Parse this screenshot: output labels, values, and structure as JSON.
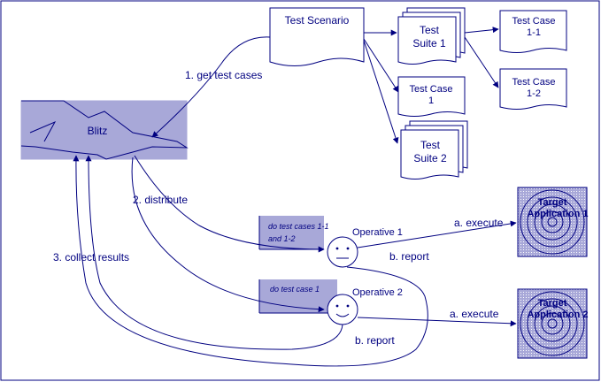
{
  "diagram": {
    "nodes": {
      "test_scenario": "Test Scenario",
      "test_suite_1": [
        "Test",
        "Suite 1"
      ],
      "test_case_1_1": [
        "Test Case",
        "1-1"
      ],
      "test_case_1_2": [
        "Test Case",
        "1-2"
      ],
      "test_case_1": [
        "Test Case",
        "1"
      ],
      "test_suite_2": [
        "Test",
        "Suite 2"
      ],
      "blitz": "Blitz",
      "note_1": [
        "do test cases 1-1",
        "and 1-2"
      ],
      "note_2": "do test case 1",
      "operative_1": "Operative 1",
      "operative_2": "Operative 2",
      "target_1": [
        "Target",
        "Application 1"
      ],
      "target_2": [
        "Target",
        "Application 2"
      ]
    },
    "edges": {
      "get_test_cases": "1. get test cases",
      "distribute": "2. distribute",
      "collect_results": "3. collect results",
      "execute_1": "a. execute",
      "report_1": "b. report",
      "execute_2": "a. execute",
      "report_2": "b. report"
    },
    "colors": {
      "line": "#000080",
      "fill_lavender": "#a8a8d8",
      "background": "#ffffff"
    }
  }
}
